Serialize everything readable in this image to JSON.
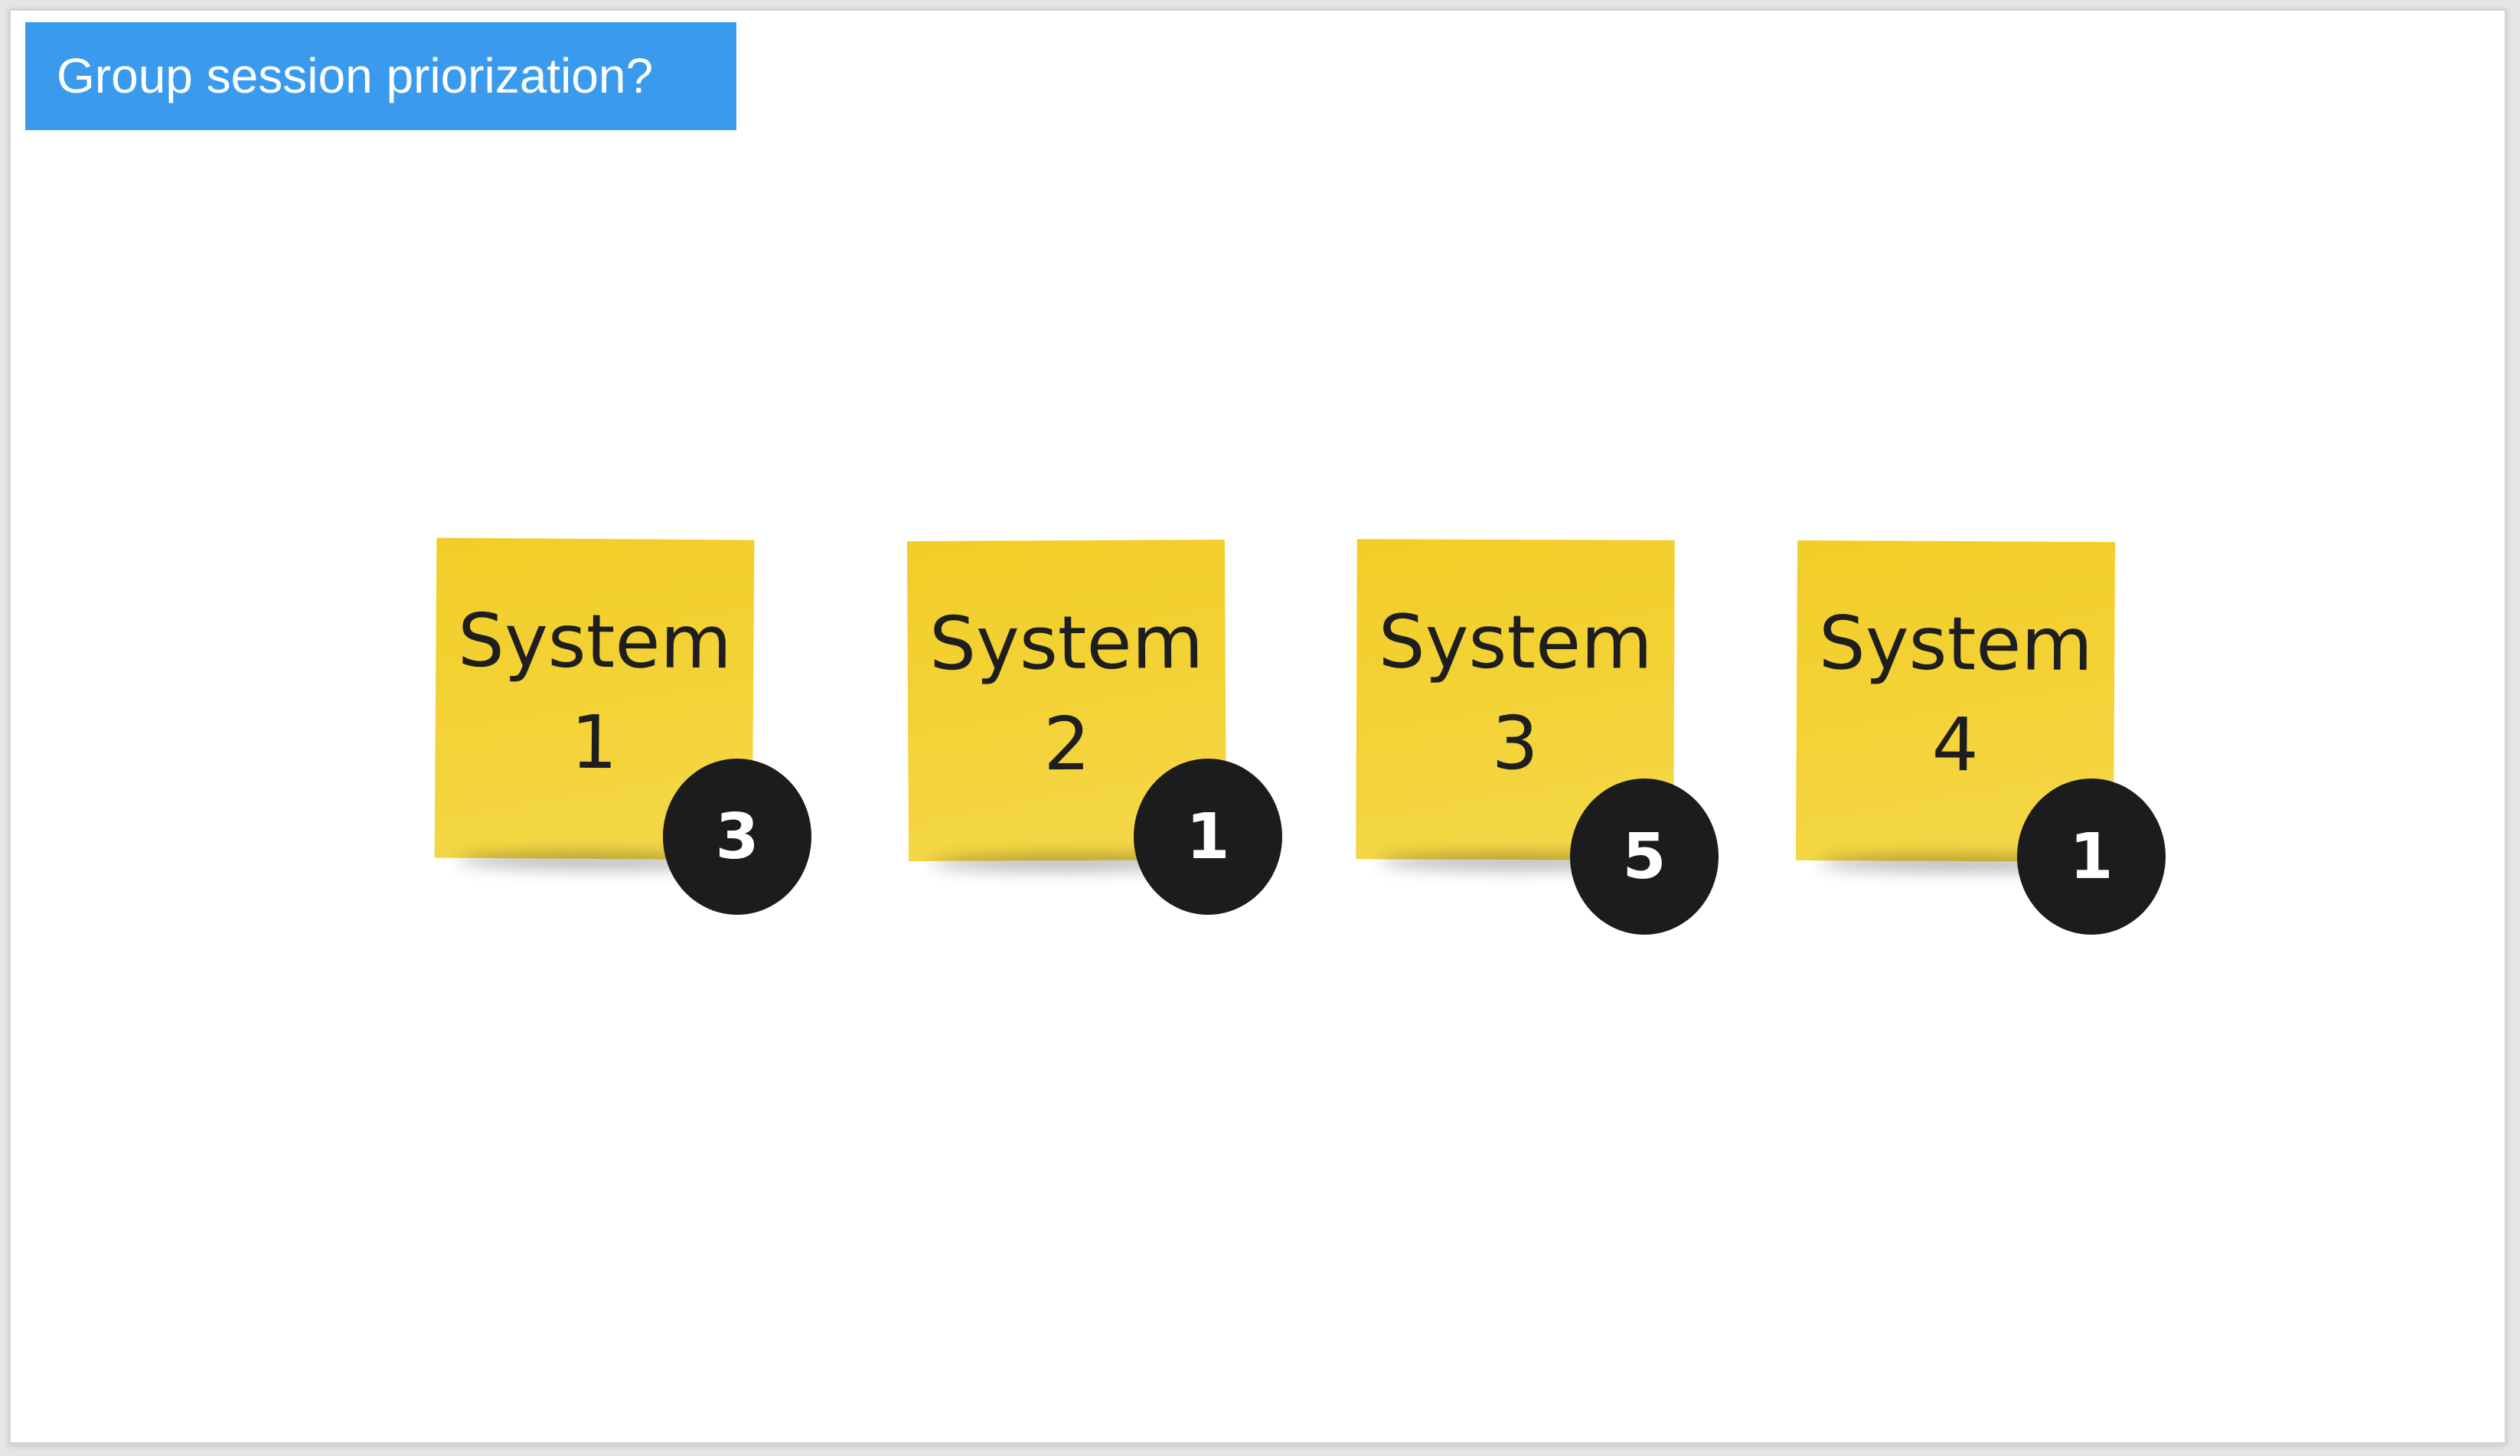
{
  "canvas": {
    "title": "Group session priorization?",
    "title_color": "#3a9bee"
  },
  "notes": [
    {
      "line1": "System",
      "line2": "1",
      "votes": "3"
    },
    {
      "line1": "System",
      "line2": "2",
      "votes": "1"
    },
    {
      "line1": "System",
      "line2": "3",
      "votes": "5"
    },
    {
      "line1": "System",
      "line2": "4",
      "votes": "1"
    }
  ],
  "colors": {
    "sticky_note": "#f3d23a",
    "vote_badge": "#1c1c1c"
  }
}
